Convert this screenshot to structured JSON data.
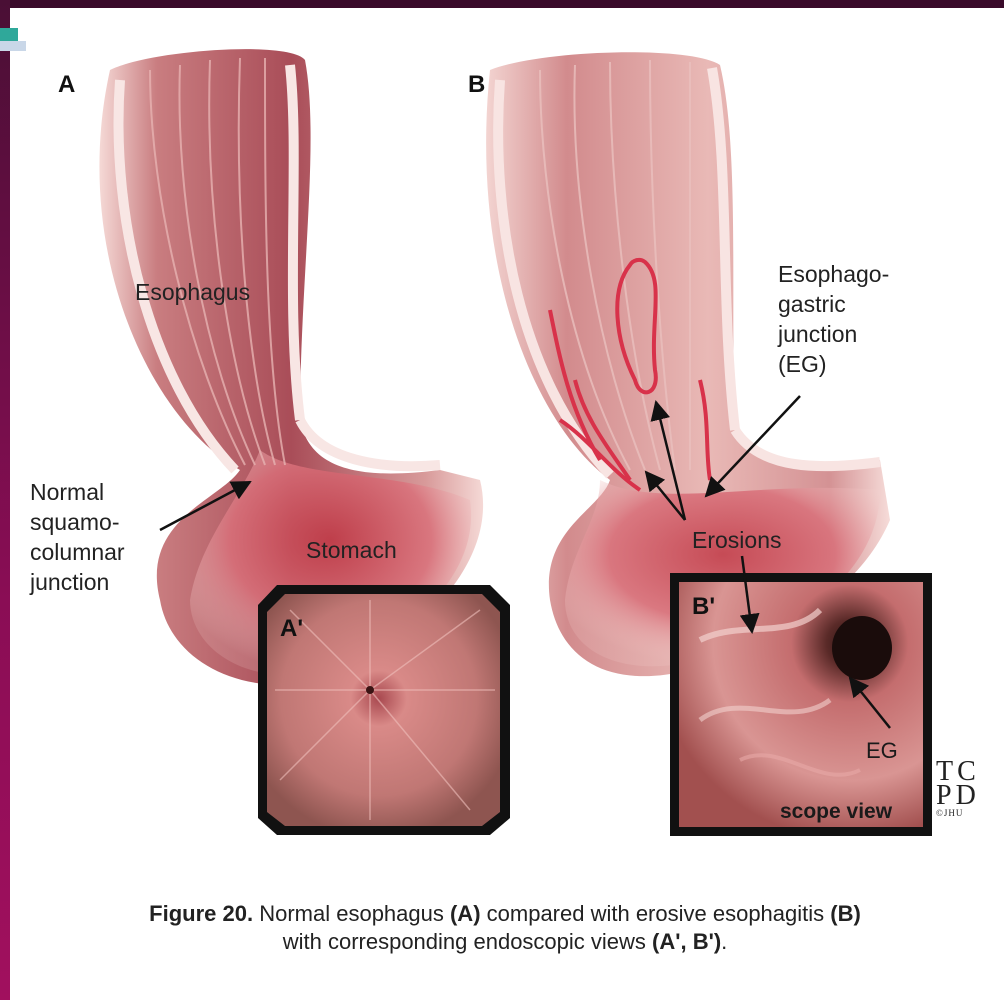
{
  "panels": {
    "a_label": "A",
    "b_label": "B",
    "a_inset_label": "A'",
    "b_inset_label": "B'"
  },
  "labels": {
    "esophagus": "Esophagus",
    "normal_junction": [
      "Normal",
      "squamo-",
      "columnar",
      "junction"
    ],
    "stomach": "Stomach",
    "eg_junction": [
      "Esophago-",
      "gastric",
      "junction",
      "(EG)"
    ],
    "erosions": "Erosions",
    "eg": "EG",
    "scope_view": "scope view"
  },
  "caption": {
    "figure_label": "Figure 20.",
    "line1_part1": " Normal esophagus ",
    "a_paren": "(A)",
    "line1_part2": " compared with erosive esophagitis ",
    "b_paren": "(B)",
    "line2_part1": "with corresponding endoscopic views ",
    "ab_prime_paren": "(A', B')",
    "line2_end": "."
  },
  "logo": {
    "row1": "TC",
    "row2": "PD",
    "copyright": "©JHU"
  },
  "colors": {
    "tissue_dark": "#b4545c",
    "tissue_light": "#f2c9c6",
    "erosion_red": "#d8324a",
    "slide_bar": "#8a0d55"
  }
}
